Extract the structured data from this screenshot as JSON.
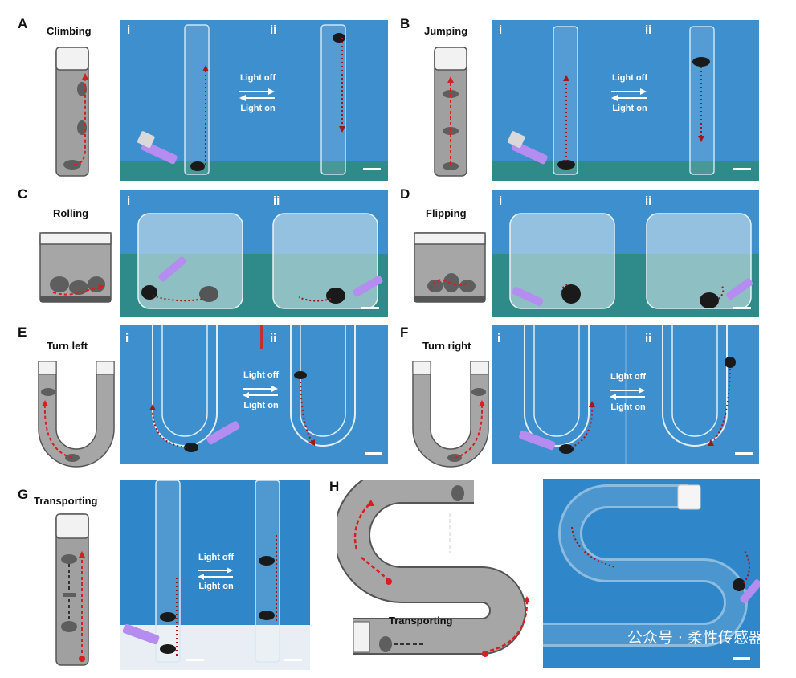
{
  "panels": {
    "A": {
      "letter": "A",
      "title": "Climbing",
      "sub_i": "i",
      "sub_ii": "ii",
      "light_off": "Light off",
      "light_on": "Light on"
    },
    "B": {
      "letter": "B",
      "title": "Jumping",
      "sub_i": "i",
      "sub_ii": "ii",
      "light_off": "Light off",
      "light_on": "Light on"
    },
    "C": {
      "letter": "C",
      "title": "Rolling",
      "sub_i": "i",
      "sub_ii": "ii"
    },
    "D": {
      "letter": "D",
      "title": "Flipping",
      "sub_i": "i",
      "sub_ii": "ii"
    },
    "E": {
      "letter": "E",
      "title": "Turn left",
      "sub_i": "i",
      "sub_ii": "ii",
      "light_off": "Light off",
      "light_on": "Light on"
    },
    "F": {
      "letter": "F",
      "title": "Turn right",
      "sub_i": "i",
      "sub_ii": "ii",
      "light_off": "Light off",
      "light_on": "Light on"
    },
    "G": {
      "letter": "G",
      "title": "Transporting",
      "light_off": "Light off",
      "light_on": "Light on"
    },
    "H": {
      "letter": "H",
      "title": "Transporting"
    }
  },
  "watermark": "公众号 · 柔性传感器",
  "colors": {
    "photo_bg": "#3d8fcd",
    "tube": "#9a9a9a",
    "path_red": "#d42020",
    "uv_light": "#b58cf0"
  }
}
